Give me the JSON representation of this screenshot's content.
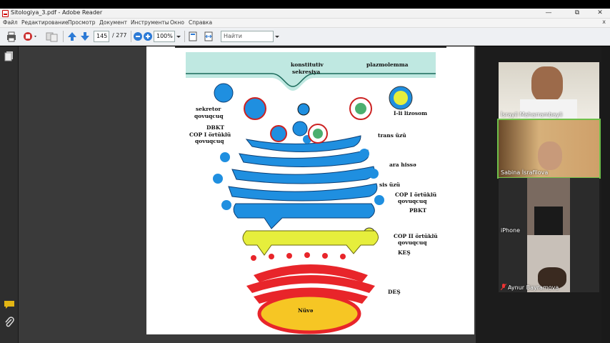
{
  "window": {
    "title": "Sitologiya_3.pdf - Adobe Reader",
    "controls": [
      "—",
      "⧉",
      "✕"
    ]
  },
  "menu": {
    "items": [
      "Файл",
      "Редактирование",
      "Просмотр",
      "Документ",
      "Инструменты",
      "Окно",
      "Справка"
    ],
    "close": "x"
  },
  "toolbar": {
    "page_current": "145",
    "page_total": "/ 277",
    "zoom": "100%",
    "search_placeholder": "Найти"
  },
  "figure": {
    "labels": {
      "plazmolemma": "plazmolemma",
      "konstitutiv1": "konstitutiv",
      "konstitutiv2": "sekresiya",
      "sekretor1": "sekretor",
      "sekretor2": "qovuqcuq",
      "lizosom": "I-li lizosom",
      "dbkt": "DBKT",
      "cop1a": "COP I örtüklü",
      "cop1b": "qovuqcuq",
      "trans": "trans üzü",
      "ara": "ara hissə",
      "sis": "sis üzü",
      "cop1c": "COP I örtüklü",
      "cop1d": "qovuqcuq",
      "pbkt": "PBKT",
      "cop2a": "COP II örtüklü",
      "cop2b": "qovuqcuq",
      "kes": "KEŞ",
      "des": "DEŞ",
      "nuve": "Nüvə"
    }
  },
  "participants": [
    {
      "name": "İsrayil Maharrambayli",
      "speaking": false
    },
    {
      "name": "Sabina İsrafilova",
      "speaking": true
    },
    {
      "name": "iPhone",
      "speaking": false
    },
    {
      "name": "Aynur Bayramova",
      "speaking": false,
      "muted": true
    }
  ],
  "colors": {
    "golgi": "#1f8fe0",
    "er": "#e8252a",
    "kes": "#e6ee3c",
    "nucleus": "#f6c624",
    "membrane": "#a8e0d8"
  }
}
